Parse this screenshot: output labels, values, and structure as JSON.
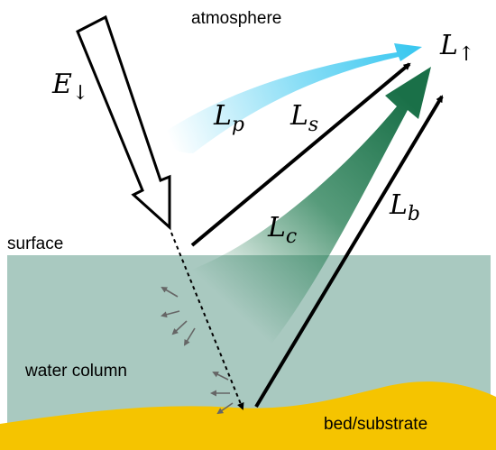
{
  "labels": {
    "atmosphere": "atmosphere",
    "surface": "surface",
    "water_column": "water column",
    "bed": "bed/substrate"
  },
  "symbols": {
    "E_down": "E",
    "E_down_sub": "↓",
    "L_up": "L",
    "L_up_sub": "↑",
    "L_p": "L",
    "L_p_sub": "p",
    "L_s": "L",
    "L_s_sub": "s",
    "L_c": "L",
    "L_c_sub": "c",
    "L_b": "L",
    "L_b_sub": "b"
  },
  "colors": {
    "water": "#a9c9c0",
    "bed": "#f5c400",
    "path_radiance": "#3cc8f0",
    "column_radiance": "#1f7a4f",
    "arrow": "#000000",
    "scatter": "#666666"
  }
}
